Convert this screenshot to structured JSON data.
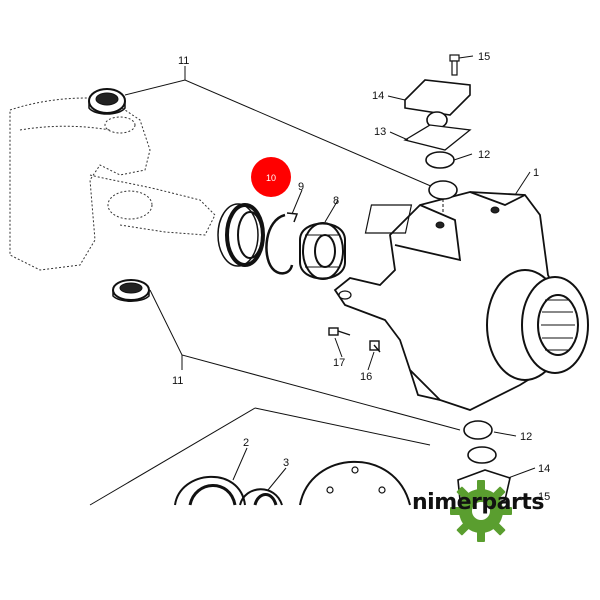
{
  "callouts": {
    "c1": "1",
    "c2": "2",
    "c3": "3",
    "c8": "8",
    "c9": "9",
    "c11a": "11",
    "c11b": "11",
    "c12a": "12",
    "c12b": "12",
    "c13": "13",
    "c14a": "14",
    "c14b": "14",
    "c15a": "15",
    "c15b": "15",
    "c16": "16",
    "c17": "17"
  },
  "highlight": {
    "label": "10",
    "color": "#ff0000"
  },
  "watermark": {
    "text": "nimerparts",
    "gear_color": "#5a9e2f"
  }
}
